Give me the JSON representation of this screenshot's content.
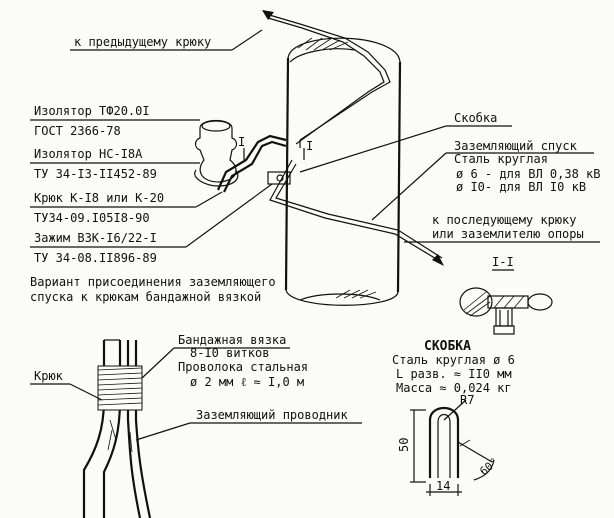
{
  "main_drawing": {
    "label_previous_hook": "к предыдущему крюку",
    "insulator_tf": "Изолятор ТФ20.0I",
    "gost": "ГОСТ 2366-78",
    "insulator_ns": "Изолятор НС-I8А",
    "tu_insulator": "ТУ 34-I3-II452-89",
    "hook": "Крюк К-I8 или К-20",
    "tu_hook": "ТУ34-09.I05I8-90",
    "clamp": "Зажим ВЗК-I6/22-I",
    "tu_clamp": "ТУ 34-08.II896-89",
    "bracket": "Скобка",
    "ground_lead": "Заземляющий спуск",
    "steel_round": "Сталь круглая",
    "dia_038": "ø 6 - для ВЛ 0,38 кВ",
    "dia_10": "ø I0- для ВЛ I0 кВ",
    "next_hook_line1": "к последующему крюку",
    "next_hook_line2": "или заземлителю опоры",
    "section_mark": "I",
    "section_mark_right": "I",
    "section_title": "I-I"
  },
  "variant": {
    "caption_line1": "Вариант присоединения заземляющего",
    "caption_line2": "спуска к крюкам бандажной вязкой",
    "band_title": "Бандажная вязка",
    "band_turns": "8-I0 витков",
    "band_wire": "Проволока стальная",
    "band_dims": "ø 2 мм ℓ ≈ I,0 м",
    "hook_label": "Крюк",
    "ground_conductor": "Заземляющий проводник"
  },
  "bracket_detail": {
    "title": "СКОБКА",
    "material": "Сталь круглая ø 6",
    "length": "L разв. ≈ II0 мм",
    "mass": "Масса ≈ 0,024 кг",
    "dim_radius": "R7",
    "dim_height": "50",
    "dim_width": "14",
    "dim_angle": "60°"
  }
}
